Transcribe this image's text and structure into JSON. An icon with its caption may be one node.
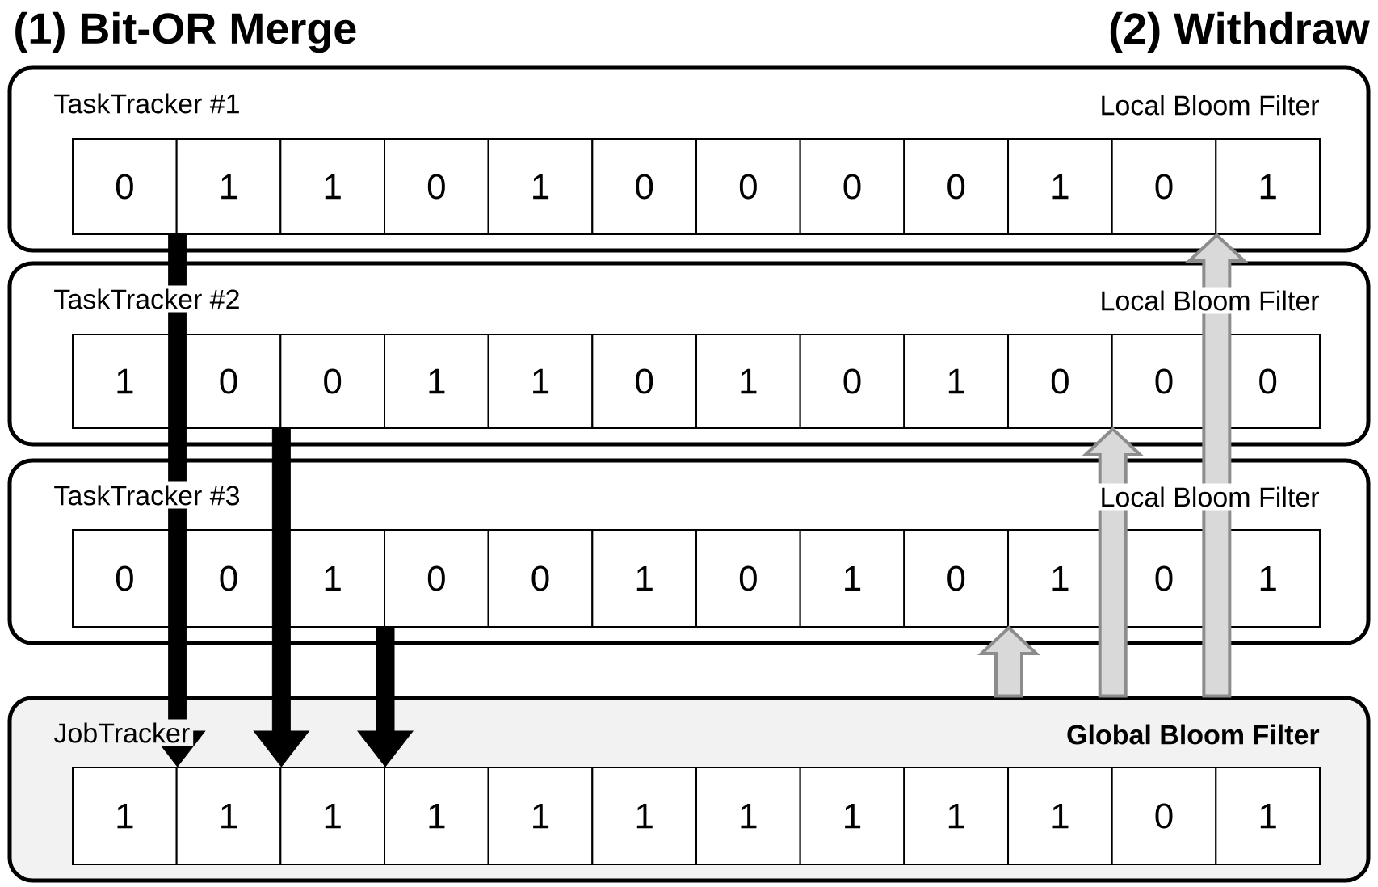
{
  "diagram": {
    "nodes": [
      {
        "text": [
          "TaskTracker #1",
          "Local Bloom Filter"
        ]
      },
      {
        "text": [
          "0"
        ],
        "in": 0
      },
      {
        "text": [
          "1"
        ],
        "in": 0
      },
      {
        "text": [
          "1"
        ],
        "in": 0
      },
      {
        "text": [
          "0"
        ],
        "in": 0
      },
      {
        "text": [
          "1"
        ],
        "in": 0
      },
      {
        "text": [
          "0"
        ],
        "in": 0
      },
      {
        "text": [
          "0"
        ],
        "in": 0
      },
      {
        "text": [
          "0"
        ],
        "in": 0
      },
      {
        "text": [
          "0"
        ],
        "in": 0
      },
      {
        "text": [
          "1"
        ],
        "in": 0
      },
      {
        "text": [
          "0"
        ],
        "in": 0
      },
      {
        "text": [
          "1"
        ],
        "in": 0
      },
      {
        "text": [
          "TaskTracker #2",
          "Local Bloom Filter"
        ]
      },
      {
        "text": [
          "1"
        ],
        "in": 13
      },
      {
        "text": [
          "0"
        ],
        "in": 13
      },
      {
        "text": [
          "0"
        ],
        "in": 13
      },
      {
        "text": [
          "1"
        ],
        "in": 13
      },
      {
        "text": [
          "1"
        ],
        "in": 13
      },
      {
        "text": [
          "0"
        ],
        "in": 13
      },
      {
        "text": [
          "1"
        ],
        "in": 13
      },
      {
        "text": [
          "0"
        ],
        "in": 13
      },
      {
        "text": [
          "1"
        ],
        "in": 13
      },
      {
        "text": [
          "0"
        ],
        "in": 13
      },
      {
        "text": [
          "0"
        ],
        "in": 13
      },
      {
        "text": [
          "0"
        ],
        "in": 13
      },
      {
        "text": [
          "TaskTracker #3",
          "Local Bloom Filter"
        ]
      },
      {
        "text": [
          "0"
        ],
        "in": 26
      },
      {
        "text": [
          "0"
        ],
        "in": 26
      },
      {
        "text": [
          "1"
        ],
        "in": 26
      },
      {
        "text": [
          "0"
        ],
        "in": 26
      },
      {
        "text": [
          "0"
        ],
        "in": 26
      },
      {
        "text": [
          "1"
        ],
        "in": 26
      },
      {
        "text": [
          "0"
        ],
        "in": 26
      },
      {
        "text": [
          "1"
        ],
        "in": 26
      },
      {
        "text": [
          "0"
        ],
        "in": 26
      },
      {
        "text": [
          "1"
        ],
        "in": 26
      },
      {
        "text": [
          "0"
        ],
        "in": 26
      },
      {
        "text": [
          "1"
        ],
        "in": 26
      },
      {
        "text": [
          "JobTracker",
          "Global Bloom Filter"
        ]
      },
      {
        "text": [
          "1"
        ],
        "in": 39
      },
      {
        "text": [
          "1"
        ],
        "in": 39
      },
      {
        "text": [
          "1"
        ],
        "in": 39
      },
      {
        "text": [
          "1"
        ],
        "in": 39
      },
      {
        "text": [
          "1"
        ],
        "in": 39
      },
      {
        "text": [
          "1"
        ],
        "in": 39
      },
      {
        "text": [
          "1"
        ],
        "in": 39
      },
      {
        "text": [
          "1"
        ],
        "in": 39
      },
      {
        "text": [
          "1"
        ],
        "in": 39
      },
      {
        "text": [
          "1"
        ],
        "in": 39
      },
      {
        "text": [
          "0"
        ],
        "in": 39
      },
      {
        "text": [
          "1"
        ],
        "in": 39
      }
    ],
    "edges": [
      {
        "from": 0,
        "to": 39,
        "arrow": "to"
      },
      {
        "from": 13,
        "to": 39,
        "arrow": "to"
      },
      {
        "from": 26,
        "to": 39,
        "arrow": "to"
      },
      {
        "from": 39,
        "to": 26,
        "arrow": "to",
        "color": "#d9d9d9"
      },
      {
        "from": 39,
        "to": 13,
        "arrow": "to",
        "color": "#d9d9d9"
      },
      {
        "from": 39,
        "to": 0,
        "arrow": "to",
        "color": "#d9d9d9"
      }
    ],
    "labels": [
      "(1) Bit-OR Merge",
      "(2) Withdraw"
    ]
  }
}
